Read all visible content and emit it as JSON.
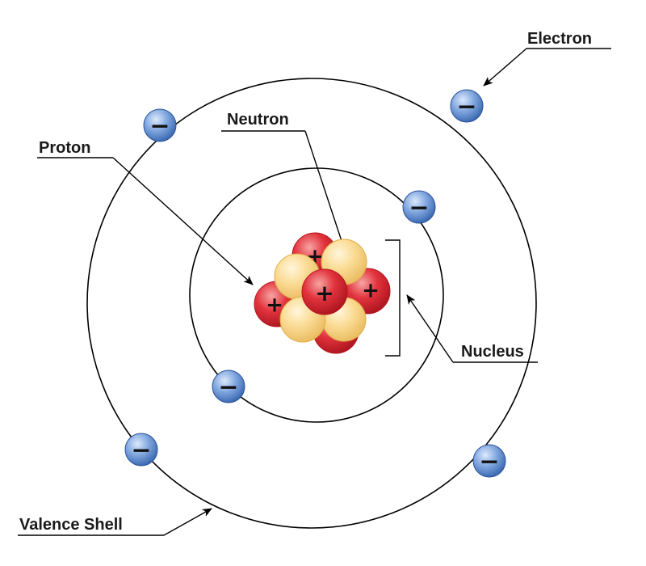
{
  "labels": {
    "electron": "Electron",
    "neutron": "Neutron",
    "proton": "Proton",
    "nucleus": "Nucleus",
    "valence_shell": "Valence Shell"
  },
  "signs": {
    "positive": "+",
    "negative": "−"
  },
  "colors": {
    "proton": "#d4202c",
    "neutron": "#f6c970",
    "electron": "#3d72c2",
    "lines": "#000000"
  }
}
